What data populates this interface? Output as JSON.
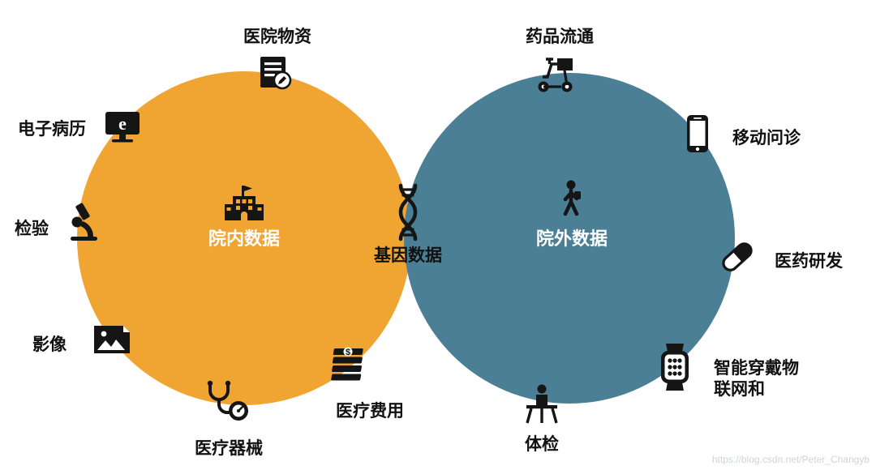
{
  "colors": {
    "left_circle": "#F0A431",
    "right_circle": "#4A7F96",
    "icon": "#151515",
    "text": "#111111",
    "circle_label_text": "#FFFFFF"
  },
  "venn": {
    "left": {
      "title": "院内数据",
      "icon": "hospital-building-icon"
    },
    "right": {
      "title": "院外数据",
      "icon": "walking-person-icon"
    },
    "center": {
      "title": "基因数据",
      "icon": "dna-icon"
    }
  },
  "left_items": [
    {
      "label": "医院物资",
      "icon": "document-pen-icon"
    },
    {
      "label": "电子病历",
      "icon": "e-health-record-icon"
    },
    {
      "label": "检验",
      "icon": "microscope-icon"
    },
    {
      "label": "影像",
      "icon": "image-icon"
    },
    {
      "label": "医疗器械",
      "icon": "stethoscope-icon"
    },
    {
      "label": "医疗费用",
      "icon": "money-stack-icon"
    }
  ],
  "right_items": [
    {
      "label": "药品流通",
      "icon": "delivery-scooter-icon"
    },
    {
      "label": "移动问诊",
      "icon": "smartphone-icon"
    },
    {
      "label": "医药研发",
      "icon": "capsule-icon"
    },
    {
      "label": "智能穿戴物\n联网和",
      "icon": "smartwatch-icon"
    },
    {
      "label": "体检",
      "icon": "exam-chair-icon"
    }
  ],
  "watermark": "https://blog.csdn.net/Peter_Changyb"
}
